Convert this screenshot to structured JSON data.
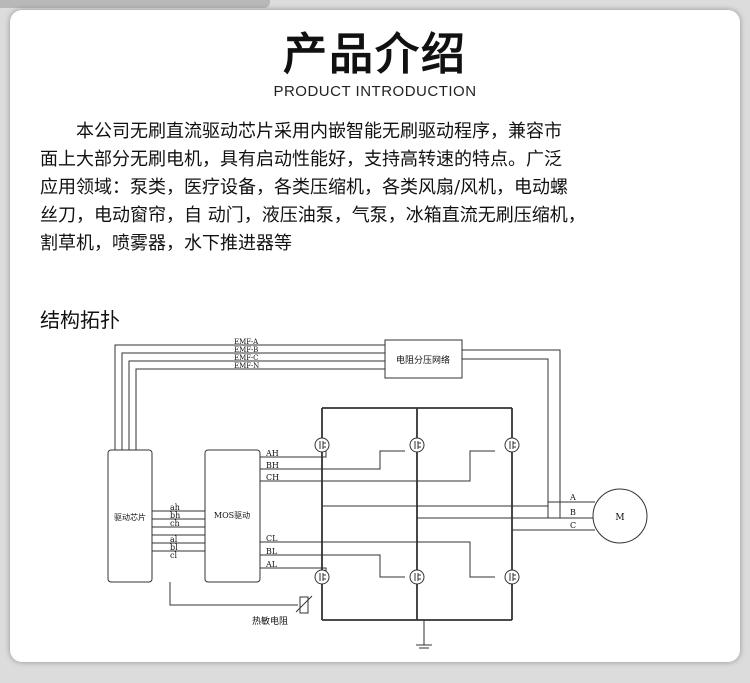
{
  "header": {
    "title": "产品介绍",
    "subtitle": "PRODUCT INTRODUCTION"
  },
  "intro": {
    "lines": [
      "本公司无刷直流驱动芯片采用内嵌智能无刷驱动程序，兼容市",
      "面上大部分无刷电机，具有启动性能好，支持高转速的特点。广泛",
      "应用领域：泵类，医疗设备，各类压缩机，各类风扇/风机，电动螺",
      "丝刀，电动窗帘，自  动门，液压油泵，气泵，冰箱直流无刷压缩机，",
      "割草机，喷雾器，水下推进器等"
    ]
  },
  "section": {
    "title": "结构拓扑"
  },
  "diagram": {
    "emf_labels": [
      "EMF-A",
      "EMF-B",
      "EMF-C",
      "EMF-N"
    ],
    "divider_label": "电阻分压网络",
    "driver_chip_label": "驱动芯片",
    "chip_pins": [
      "ah",
      "bh",
      "ch",
      "al",
      "bl",
      "cl"
    ],
    "mos_label": "MOS驱动",
    "high_side_labels": [
      "AH",
      "BH",
      "CH"
    ],
    "low_side_labels": [
      "CL",
      "BL",
      "AL"
    ],
    "phase_labels": [
      "A",
      "B",
      "C"
    ],
    "motor_label": "M",
    "thermistor_label": "热敏电阻"
  }
}
